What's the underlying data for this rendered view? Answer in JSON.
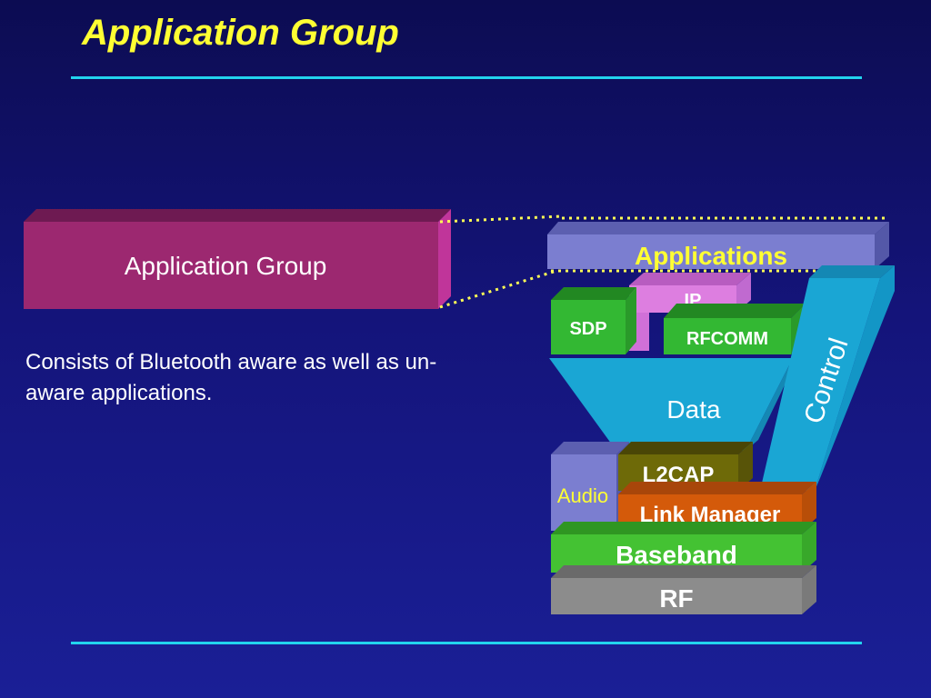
{
  "slide": {
    "title": "Application Group",
    "body_text": "Consists of Bluetooth aware as well as un-aware applications."
  },
  "group_box": {
    "label": "Application Group",
    "color": "#9c2870"
  },
  "stack": {
    "applications": "Applications",
    "ip": "IP",
    "sdp": "SDP",
    "rfcomm": "RFCOMM",
    "data": "Data",
    "control": "Control",
    "audio": "Audio",
    "l2cap": "L2CAP",
    "link_manager": "Link Manager",
    "baseband": "Baseband",
    "rf": "RF"
  },
  "colors": {
    "title": "#ffff33",
    "rule": "#22d4ee",
    "applications": "#7b7ed0",
    "ip": "#dd7ee0",
    "sdp_rfcomm": "#33b833",
    "data_funnel": "#1aa6d4",
    "l2cap": "#6e6a08",
    "link_manager": "#d45a0a",
    "baseband": "#44c233",
    "rf": "#8c8c8c",
    "audio": "#7b7ed0"
  }
}
